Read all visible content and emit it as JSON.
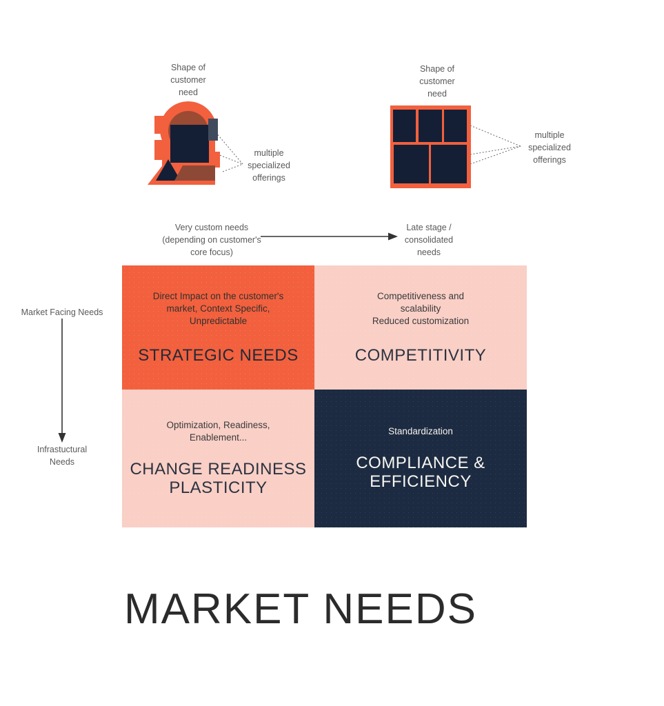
{
  "colors": {
    "orange": "#F2603E",
    "pink": "#F9CFC6",
    "navy": "#1C2B41",
    "brown": "#9B4A33",
    "brown2": "#8D4936",
    "slate": "#414B5E",
    "label_gray": "#595959",
    "title_dark": "#2B2B2B"
  },
  "figures": {
    "left": {
      "top_label": "Shape of\ncustomer\nneed",
      "side_label": "multiple\nspecialized\nofferings"
    },
    "right": {
      "top_label": "Shape of\ncustomer\nneed",
      "side_label": "multiple\nspecialized\nofferings"
    }
  },
  "axes": {
    "horizontal": {
      "left_label": "Very custom needs\n(depending on customer's\ncore focus)",
      "right_label": "Late stage /\nconsolidated\nneeds"
    },
    "vertical": {
      "top_label": "Market Facing Needs",
      "bottom_label": "Infrastuctural\nNeeds"
    }
  },
  "matrix": {
    "quadrants": [
      {
        "id": "strategic-needs",
        "body": "Direct Impact on the customer's\nmarket,  Context  Specific,\nUnpredictable",
        "heading": "STRATEGIC NEEDS"
      },
      {
        "id": "competitivity",
        "body": "Competitiveness and\nscalability\nReduced customization",
        "heading": "COMPETITIVITY"
      },
      {
        "id": "change-readiness",
        "body": "Optimization, Readiness,\nEnablement...",
        "heading": "CHANGE READINESS\nPLASTICITY"
      },
      {
        "id": "compliance-efficiency",
        "body": "Standardization",
        "heading": "COMPLIANCE &\nEFFICIENCY"
      }
    ]
  },
  "title": "MARKET NEEDS"
}
